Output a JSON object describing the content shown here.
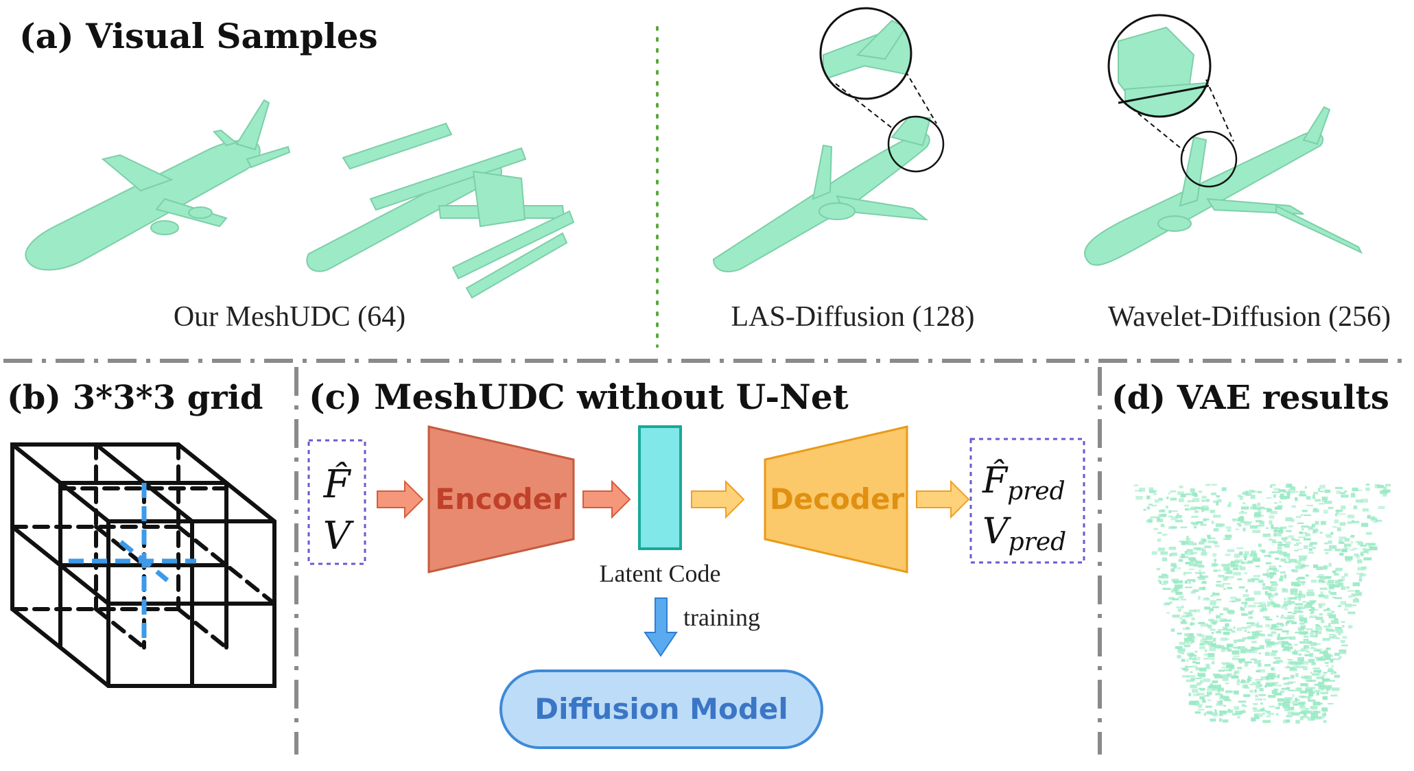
{
  "panel_a": {
    "title": "(a) Visual Samples",
    "captions": [
      "Our MeshUDC (64)",
      "LAS-Diffusion (128)",
      "Wavelet-Diffusion (256)"
    ]
  },
  "panel_b": {
    "title": "(b) 3*3*3 grid"
  },
  "panel_c": {
    "title": "(c) MeshUDC without U-Net",
    "input_top": "F̂",
    "input_bottom": "V",
    "encoder": "Encoder",
    "decoder": "Decoder",
    "latent": "Latent Code",
    "output_top": "F̂",
    "output_bottom": "V",
    "output_sub": "pred",
    "training": "training",
    "diffusion": "Diffusion Model"
  },
  "panel_d": {
    "title": "(d) VAE results"
  },
  "colors": {
    "encoder_fill": "#e88a6f",
    "encoder_text": "#c0412a",
    "decoder_fill": "#fbc86a",
    "decoder_text": "#e09010",
    "latent_fill": "#80e8e8",
    "latent_stroke": "#1aa89a",
    "diffusion_fill": "#bddcf7",
    "diffusion_stroke": "#3e8ad8",
    "diffusion_text": "#3b76c6",
    "mesh": "#9ceac6",
    "grid_blue": "#3d9ae8",
    "dashed_box": "#6a5acd",
    "separator": "#8a8a8a",
    "dotted_green": "#5aa83a"
  }
}
